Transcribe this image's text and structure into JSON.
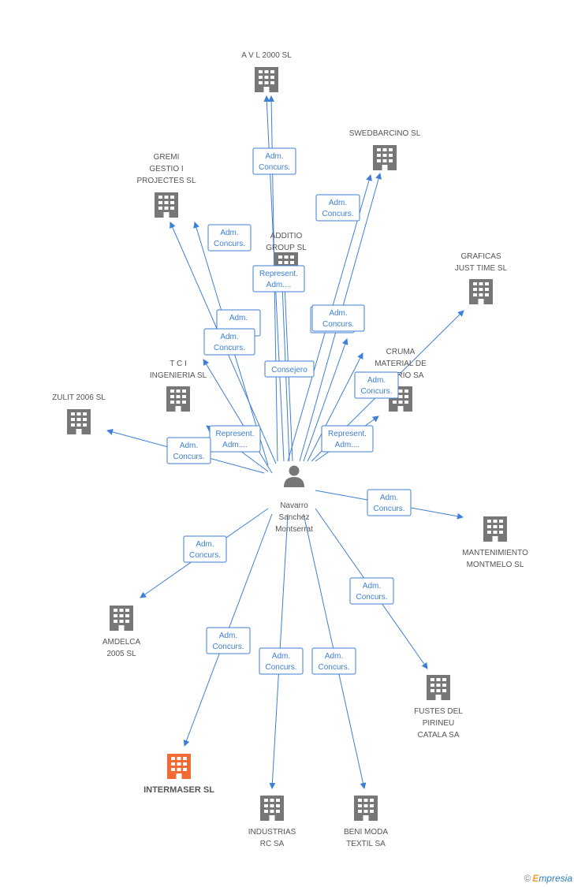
{
  "colors": {
    "edge": "#3d7fd6",
    "building": "#777777",
    "highlight": "#f26b35",
    "person": "#777777"
  },
  "center": {
    "lines": [
      "Navarro",
      "Sanchez",
      "Montserrat"
    ],
    "icon": "person-icon"
  },
  "nodes": [
    {
      "id": "avl",
      "lines": [
        "A V L 2000 SL"
      ]
    },
    {
      "id": "swedbarcino",
      "lines": [
        "SWEDBARCINO SL"
      ]
    },
    {
      "id": "gremi",
      "lines": [
        "GREMI",
        "GESTIO I",
        "PROJECTES SL"
      ]
    },
    {
      "id": "additio",
      "lines": [
        "ADDITIO",
        "GROUP SL"
      ]
    },
    {
      "id": "graficas",
      "lines": [
        "GRAFICAS",
        "JUST TIME SL"
      ]
    },
    {
      "id": "cruma",
      "lines": [
        "CRUMA",
        "MATERIAL DE",
        "L... ...RIO SA"
      ]
    },
    {
      "id": "tci",
      "lines": [
        "T C I",
        "INGENIERIA SL"
      ]
    },
    {
      "id": "zulit",
      "lines": [
        "ZULIT 2006 SL"
      ]
    },
    {
      "id": "mantenimiento",
      "lines": [
        "MANTENIMIENTO",
        "MONTMELO SL"
      ]
    },
    {
      "id": "amdelca",
      "lines": [
        "AMDELCA",
        "2005 SL"
      ]
    },
    {
      "id": "fustes",
      "lines": [
        "FUSTES DEL",
        "PIRINEU",
        "CATALA SA"
      ]
    },
    {
      "id": "intermaser",
      "lines": [
        "INTERMASER SL"
      ],
      "highlight": true
    },
    {
      "id": "industrias",
      "lines": [
        "INDUSTRIAS",
        "RC SA"
      ]
    },
    {
      "id": "beni",
      "lines": [
        "BENI MODA",
        "TEXTIL SA"
      ]
    }
  ],
  "edge_labels": [
    [
      "Adm.",
      "Concurs."
    ],
    [
      "Adm.",
      "Concurs."
    ],
    [
      "Adm.",
      "Concurs."
    ],
    [
      "Represent.",
      "Adm...."
    ],
    [
      "Adm.",
      "..."
    ],
    [
      "Represent.",
      "Adm...."
    ],
    [
      "Adm.",
      "Concurs."
    ],
    [
      "Adm.",
      "Concurs."
    ],
    [
      "Consejero"
    ],
    [
      "Adm.",
      "Concurs."
    ],
    [
      "Represent.",
      "Adm...."
    ],
    [
      "Adm.",
      "Concurs."
    ],
    [
      "Represent.",
      "Adm...."
    ],
    [
      "Adm.",
      "Concurs."
    ],
    [
      "Adm.",
      "Concurs."
    ],
    [
      "Adm.",
      "Concurs."
    ],
    [
      "Adm.",
      "Concurs."
    ],
    [
      "Adm.",
      "Concurs."
    ],
    [
      "Adm.",
      "Concurs."
    ],
    [
      "Adm.",
      "Concurs."
    ]
  ],
  "footer": {
    "copyright": "©",
    "brand_initial": "E",
    "brand_rest": "mpresia"
  }
}
